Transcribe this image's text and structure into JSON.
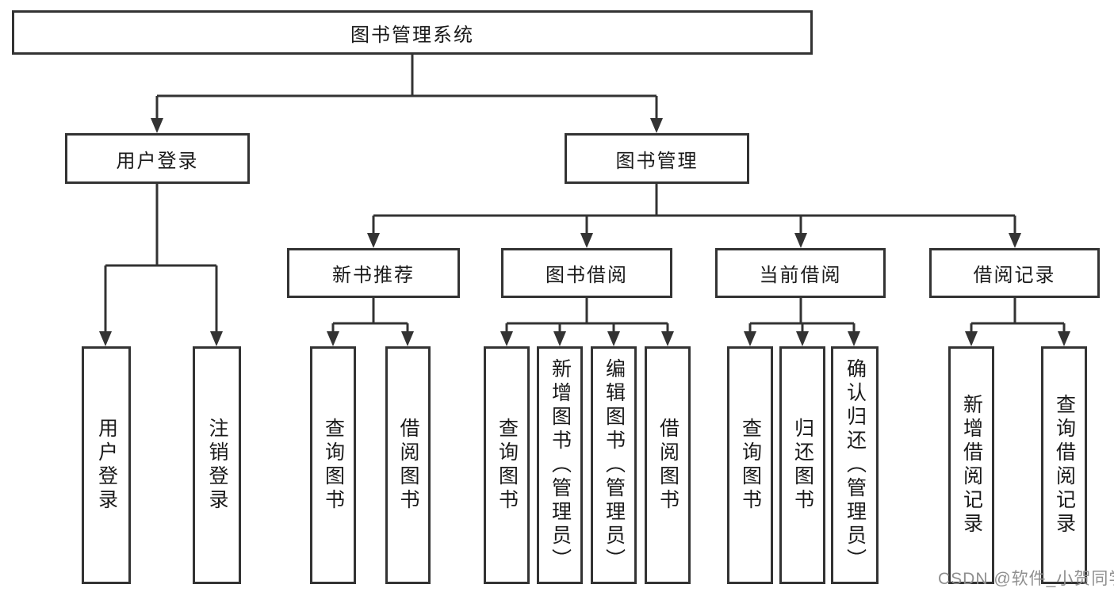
{
  "diagram_title": "图书管理系统",
  "tree": {
    "label": "图书管理系统",
    "children": [
      {
        "label": "用户登录",
        "children": [
          {
            "label": "用户登录"
          },
          {
            "label": "注销登录"
          }
        ]
      },
      {
        "label": "图书管理",
        "children": [
          {
            "label": "新书推荐",
            "children": [
              {
                "label": "查询图书"
              },
              {
                "label": "借阅图书"
              }
            ]
          },
          {
            "label": "图书借阅",
            "children": [
              {
                "label": "查询图书"
              },
              {
                "label": "新增图书（管理员）"
              },
              {
                "label": "编辑图书（管理员）"
              },
              {
                "label": "借阅图书"
              }
            ]
          },
          {
            "label": "当前借阅",
            "children": [
              {
                "label": "查询图书"
              },
              {
                "label": "归还图书"
              },
              {
                "label": "确认归还（管理员）"
              }
            ]
          },
          {
            "label": "借阅记录",
            "children": [
              {
                "label": "新增借阅记录"
              },
              {
                "label": "查询借阅记录"
              }
            ]
          }
        ]
      }
    ]
  },
  "watermark": {
    "text": "CSDN @软件_小贺同学"
  },
  "colors": {
    "line": "#333333",
    "text": "#1a1a1a",
    "watermark": "#8f8f8f",
    "background": "#ffffff"
  }
}
